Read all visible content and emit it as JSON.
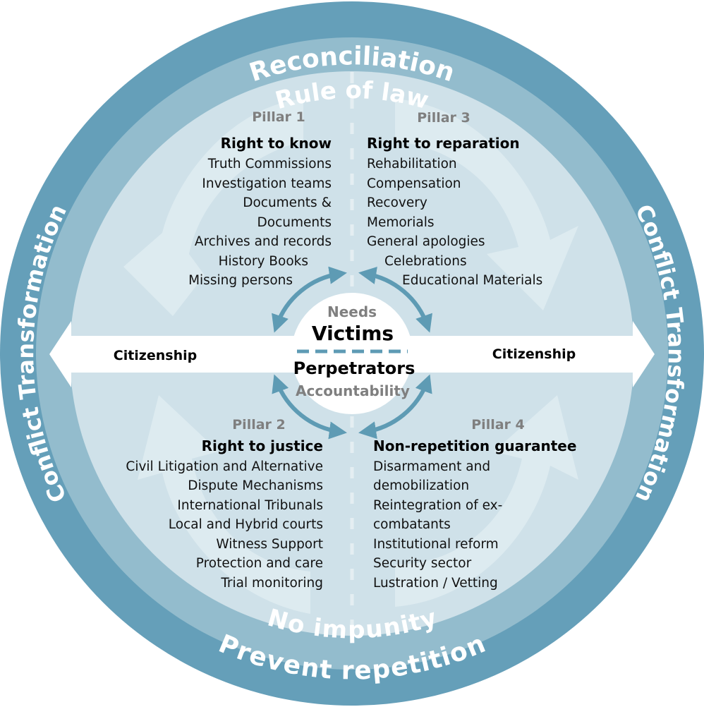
{
  "colors": {
    "outer_ring": "#659fb9",
    "middle_ring": "#93bccd",
    "inner_disk": "#cfe1e9",
    "swirl_arrow": "#dfecf1",
    "cycle_arrow": "#5e9bb4",
    "center": "#ffffff",
    "pillar_label": "#7f7f7f",
    "text": "#000000"
  },
  "rings": {
    "outer_top": "Reconciliation",
    "outer_bottom": "Prevent repetition",
    "outer_left": "Conflict Transformation",
    "outer_right": "Conflict Transformation",
    "middle_top": "Rule of law",
    "middle_bottom": "No impunity"
  },
  "band": {
    "left_label": "Citizenship",
    "right_label": "Citizenship"
  },
  "center": {
    "top_gray": "Needs",
    "top_black": "Victims",
    "bottom_black": "Perpetrators",
    "bottom_gray": "Accountability"
  },
  "pillars": [
    {
      "label": "Pillar 1",
      "heading": "Right to know",
      "items": [
        "Truth Commissions",
        "Investigation teams",
        "Documents &",
        "Documents",
        "Archives and records",
        "History Books",
        "Missing persons"
      ]
    },
    {
      "label": "Pillar 3",
      "heading": "Right to reparation",
      "items": [
        "Rehabilitation",
        "Compensation",
        "Recovery",
        "Memorials",
        "General apologies",
        "Celebrations",
        "Educational Materials"
      ]
    },
    {
      "label": "Pillar 2",
      "heading": "Right to justice",
      "items": [
        "Civil Litigation and Alternative",
        "Dispute Mechanisms",
        "International Tribunals",
        "Local and Hybrid courts",
        "Witness Support",
        "Protection and care",
        "Trial monitoring"
      ]
    },
    {
      "label": "Pillar 4",
      "heading": "Non-repetition guarantee",
      "items": [
        "Disarmament and",
        "demobilization",
        "Reintegration of ex-",
        "combatants",
        "Institutional reform",
        "Security sector",
        "Lustration / Vetting"
      ]
    }
  ]
}
